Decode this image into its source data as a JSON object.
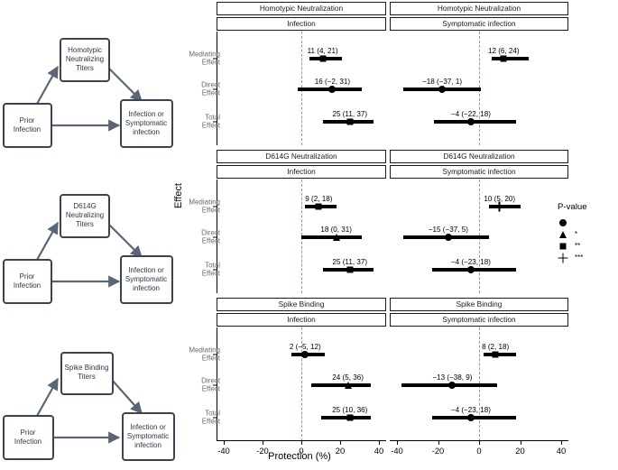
{
  "figure": {
    "xlabel": "Protection (%)",
    "ylabel": "Effect"
  },
  "diagrams": [
    {
      "name": "homotypic-diagram",
      "mediator": [
        "Homotypic",
        "Neutralizing",
        "Titers"
      ],
      "exposure": [
        "Prior",
        "Infection"
      ],
      "outcome": [
        "Infection or",
        "Symptomatic",
        "infection"
      ]
    },
    {
      "name": "d614g-diagram",
      "mediator": [
        "D614G",
        "Neutralizing",
        "Titers"
      ],
      "exposure": [
        "Prior",
        "Infection"
      ],
      "outcome": [
        "Infection or",
        "Symptomatic",
        "infection"
      ]
    },
    {
      "name": "spike-diagram",
      "mediator": [
        "Spike Binding",
        "Titers"
      ],
      "exposure": [
        "Prior",
        "Infection"
      ],
      "outcome": [
        "Infection or",
        "Symptomatic",
        "infection"
      ]
    }
  ],
  "y_tick_labels": [
    [
      "Mediating",
      "Effect"
    ],
    [
      "Direct",
      "Effect"
    ],
    [
      "Total",
      "Effect"
    ]
  ],
  "legend": {
    "title": "P-value",
    "items": [
      {
        "shape": "circle",
        "label": ""
      },
      {
        "shape": "triangle",
        "label": "*"
      },
      {
        "shape": "square",
        "label": "**"
      },
      {
        "shape": "plus",
        "label": "***"
      }
    ]
  },
  "chart_data": {
    "type": "forest",
    "title": "",
    "xlabel": "Protection (%)",
    "ylabel": "Effect",
    "xlim": [
      -40,
      40
    ],
    "xticks": [
      -40,
      -20,
      0,
      20,
      40
    ],
    "xticklabels": [
      "-40",
      "-20",
      "0",
      "20",
      "40"
    ],
    "reference_line": 0,
    "grid": false,
    "legend_position": "right",
    "categories": [
      "Mediating Effect",
      "Direct Effect",
      "Total Effect"
    ],
    "panels": [
      {
        "row": 0,
        "column": 0,
        "strip_top": "Homotypic Neutralization",
        "strip_bottom": "Infection",
        "points": [
          {
            "effect": "Mediating Effect",
            "estimate": 11,
            "low": 4,
            "high": 21,
            "shape": "square",
            "label": "11 (4, 21)"
          },
          {
            "effect": "Direct Effect",
            "estimate": 16,
            "low": -2,
            "high": 31,
            "shape": "circle",
            "label": "16 (−2, 31)"
          },
          {
            "effect": "Total Effect",
            "estimate": 25,
            "low": 11,
            "high": 37,
            "shape": "square",
            "label": "25 (11, 37)"
          }
        ]
      },
      {
        "row": 0,
        "column": 1,
        "strip_top": "Homotypic Neutralization",
        "strip_bottom": "Symptomatic infection",
        "points": [
          {
            "effect": "Mediating Effect",
            "estimate": 12,
            "low": 6,
            "high": 24,
            "shape": "square",
            "label": "12 (6, 24)"
          },
          {
            "effect": "Direct Effect",
            "estimate": -18,
            "low": -37,
            "high": 1,
            "shape": "circle",
            "label": "−18 (−37, 1)"
          },
          {
            "effect": "Total Effect",
            "estimate": -4,
            "low": -22,
            "high": 18,
            "shape": "circle",
            "label": "−4 (−22, 18)"
          }
        ]
      },
      {
        "row": 1,
        "column": 0,
        "strip_top": "D614G Neutralization",
        "strip_bottom": "Infection",
        "points": [
          {
            "effect": "Mediating Effect",
            "estimate": 9,
            "low": 2,
            "high": 18,
            "shape": "square",
            "label": "9 (2, 18)"
          },
          {
            "effect": "Direct Effect",
            "estimate": 18,
            "low": 0,
            "high": 31,
            "shape": "triangle",
            "label": "18 (0, 31)"
          },
          {
            "effect": "Total Effect",
            "estimate": 25,
            "low": 11,
            "high": 37,
            "shape": "square",
            "label": "25 (11, 37)"
          }
        ]
      },
      {
        "row": 1,
        "column": 1,
        "strip_top": "D614G Neutralization",
        "strip_bottom": "Symptomatic infection",
        "points": [
          {
            "effect": "Mediating Effect",
            "estimate": 10,
            "low": 5,
            "high": 20,
            "shape": "plus",
            "label": "10 (5, 20)"
          },
          {
            "effect": "Direct Effect",
            "estimate": -15,
            "low": -37,
            "high": 5,
            "shape": "circle",
            "label": "−15 (−37, 5)"
          },
          {
            "effect": "Total Effect",
            "estimate": -4,
            "low": -23,
            "high": 18,
            "shape": "circle",
            "label": "−4 (−23, 18)"
          }
        ]
      },
      {
        "row": 2,
        "column": 0,
        "strip_top": "Spike Binding",
        "strip_bottom": "Infection",
        "points": [
          {
            "effect": "Mediating Effect",
            "estimate": 2,
            "low": -5,
            "high": 12,
            "shape": "circle",
            "label": "2 (−5, 12)"
          },
          {
            "effect": "Direct Effect",
            "estimate": 24,
            "low": 5,
            "high": 36,
            "shape": "triangle",
            "label": "24 (5, 36)"
          },
          {
            "effect": "Total Effect",
            "estimate": 25,
            "low": 10,
            "high": 36,
            "shape": "square",
            "label": "25 (10, 36)"
          }
        ]
      },
      {
        "row": 2,
        "column": 1,
        "strip_top": "Spike Binding",
        "strip_bottom": "Symptomatic infection",
        "points": [
          {
            "effect": "Mediating Effect",
            "estimate": 8,
            "low": 2,
            "high": 18,
            "shape": "square",
            "label": "8 (2, 18)"
          },
          {
            "effect": "Direct Effect",
            "estimate": -13,
            "low": -38,
            "high": 9,
            "shape": "circle",
            "label": "−13 (−38, 9)"
          },
          {
            "effect": "Total Effect",
            "estimate": -4,
            "low": -23,
            "high": 18,
            "shape": "circle",
            "label": "−4 (−23, 18)"
          }
        ]
      }
    ]
  },
  "colors": {
    "reference_line": "#8294d6",
    "marker": "#000000",
    "diagram_stroke": "#3b4552",
    "diagram_arrow": "#5a6673",
    "axis_tick_label": "#6a6a6a"
  }
}
